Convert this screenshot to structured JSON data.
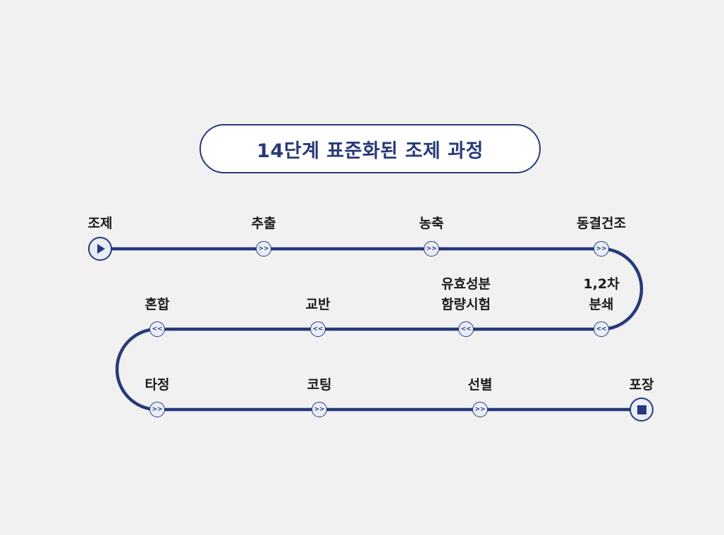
{
  "title": "14단계 표준화된 조제 과정",
  "colors": {
    "primary": "#27397a",
    "node_fill": "#e9edf8",
    "background": "#f1f1f1"
  },
  "rows": [
    {
      "direction": "forward",
      "steps": [
        {
          "label": "조제",
          "marker": "play-icon"
        },
        {
          "label": "추출",
          "marker": ">>"
        },
        {
          "label": "농축",
          "marker": ">>"
        },
        {
          "label": "동결건조",
          "marker": ">>"
        }
      ]
    },
    {
      "direction": "backward",
      "steps": [
        {
          "label": "혼합",
          "marker": "<<"
        },
        {
          "label": "교반",
          "marker": "<<"
        },
        {
          "label": "유효성분\n함량시험",
          "marker": "<<"
        },
        {
          "label": "1,2차\n분쇄",
          "marker": "<<"
        }
      ]
    },
    {
      "direction": "forward",
      "steps": [
        {
          "label": "타정",
          "marker": ">>"
        },
        {
          "label": "코팅",
          "marker": ">>"
        },
        {
          "label": "선별",
          "marker": ">>"
        },
        {
          "label": "포장",
          "marker": "stop-icon"
        }
      ]
    }
  ]
}
